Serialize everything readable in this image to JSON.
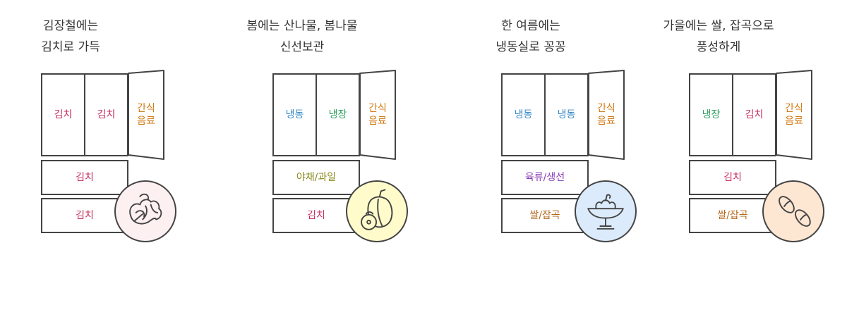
{
  "panels": [
    {
      "title": [
        "김장철에는",
        "김치로 가득"
      ],
      "top": [
        {
          "label": "김치",
          "color": "#C42E5C"
        },
        {
          "label": "김치",
          "color": "#C42E5C"
        }
      ],
      "door": [
        "간식",
        "음료"
      ],
      "drawers": [
        {
          "label": "김치",
          "color": "#C42E5C"
        },
        {
          "label": "김치",
          "color": "#C42E5C"
        }
      ],
      "icon": {
        "name": "cabbage-icon",
        "bg": "#FDF0F0"
      }
    },
    {
      "title": [
        "봄에는 산나물, 봄나물",
        "신선보관"
      ],
      "top": [
        {
          "label": "냉동",
          "color": "#3A8BC8"
        },
        {
          "label": "냉장",
          "color": "#2E9E5E"
        }
      ],
      "door": [
        "간식",
        "음료"
      ],
      "drawers": [
        {
          "label": "야채/과일",
          "color": "#8A8A1E"
        },
        {
          "label": "김치",
          "color": "#C42E5C"
        }
      ],
      "icon": {
        "name": "fruit-icon",
        "bg": "#FFFBCB"
      }
    },
    {
      "title": [
        "한 여름에는",
        "냉동실로 꽁꽁"
      ],
      "top": [
        {
          "label": "냉동",
          "color": "#3A8BC8"
        },
        {
          "label": "냉동",
          "color": "#3A8BC8"
        }
      ],
      "door": [
        "간식",
        "음료"
      ],
      "drawers": [
        {
          "label": "육류/생선",
          "color": "#8A3FB5"
        },
        {
          "label": "쌀/잡곡",
          "color": "#B46A1E"
        }
      ],
      "icon": {
        "name": "ice-cream-icon",
        "bg": "#DCEBFB"
      }
    },
    {
      "title": [
        "가을에는 쌀, 잡곡으로",
        "풍성하게"
      ],
      "top": [
        {
          "label": "냉장",
          "color": "#2E9E5E"
        },
        {
          "label": "김치",
          "color": "#C42E5C"
        }
      ],
      "door": [
        "간식",
        "음료"
      ],
      "drawers": [
        {
          "label": "김치",
          "color": "#C42E5C"
        },
        {
          "label": "쌀/잡곡",
          "color": "#B46A1E"
        }
      ],
      "icon": {
        "name": "grain-icon",
        "bg": "#FDE6D2"
      }
    }
  ]
}
